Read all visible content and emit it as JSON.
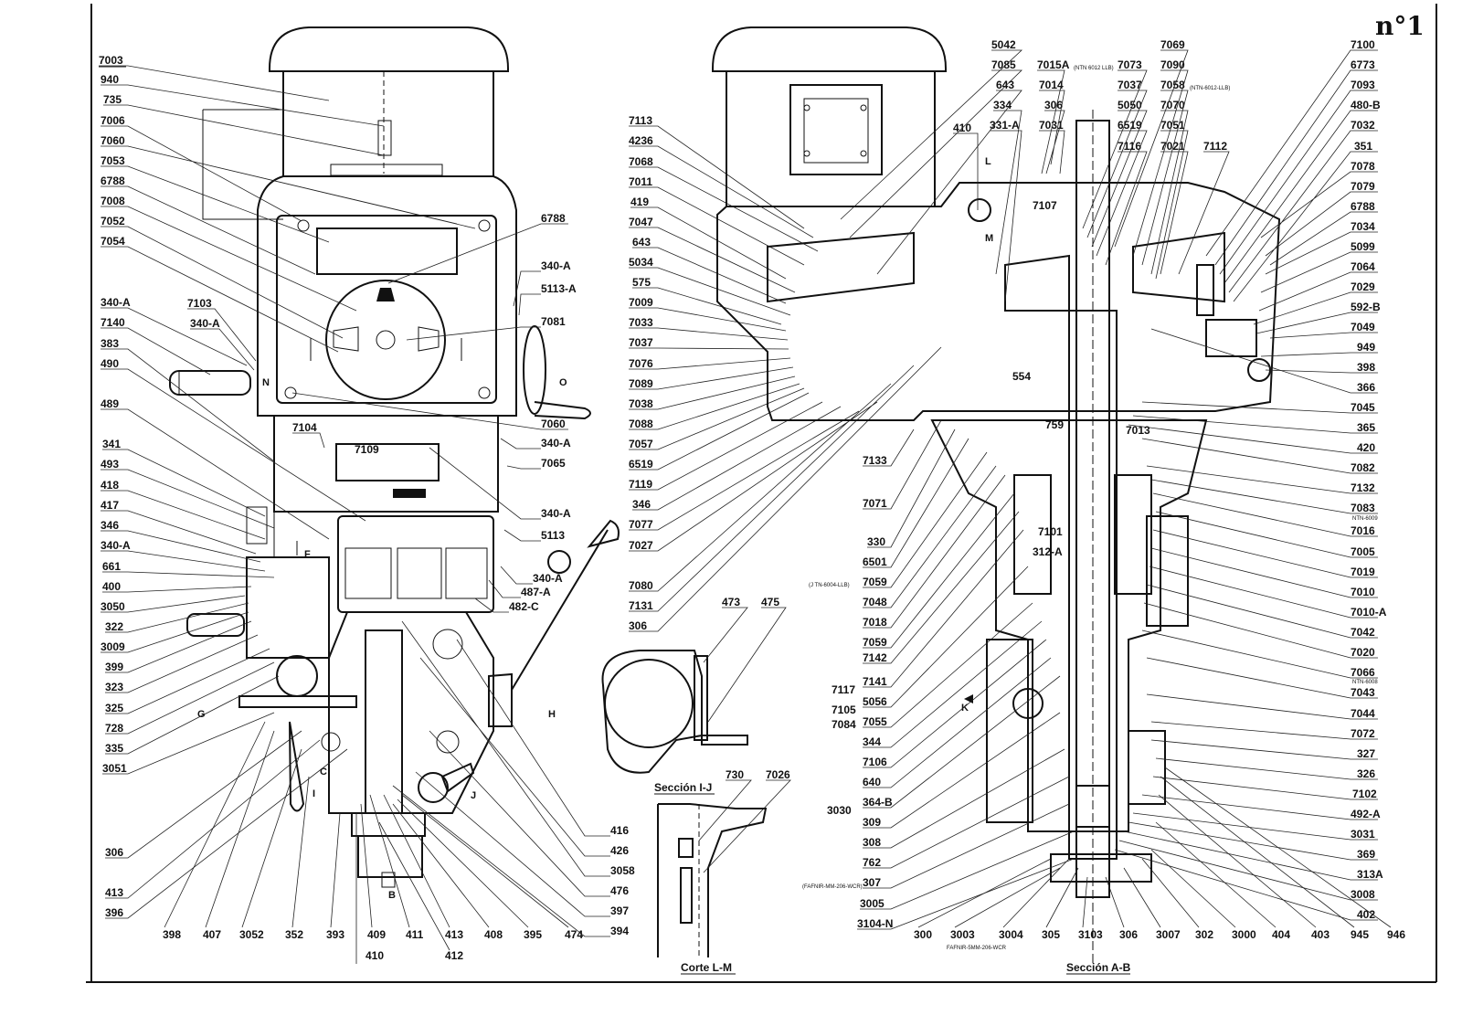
{
  "sheet_number": "n°1",
  "left_labels": [
    "7003",
    "940",
    "735",
    "7006",
    "7060",
    "7053",
    "6788",
    "7008",
    "7052",
    "7054",
    "340-A",
    "7140",
    "383",
    "490",
    "489",
    "341",
    "493",
    "418",
    "417",
    "346",
    "340-A",
    "661",
    "400",
    "3050",
    "322",
    "3009",
    "399",
    "323",
    "325",
    "728",
    "335",
    "3051",
    "306",
    "413",
    "396"
  ],
  "left_inner_labels": [
    "7103",
    "340-A",
    "7104",
    "7109"
  ],
  "left_right_labels": [
    "6788",
    "340-A",
    "5113-A",
    "7081",
    "7060",
    "340-A",
    "7065",
    "340-A",
    "5113",
    "340-A",
    "487-A",
    "482-C"
  ],
  "left_lower_right_labels": [
    "416",
    "426",
    "3058",
    "476",
    "397",
    "394"
  ],
  "left_bottom_labels": [
    "398",
    "407",
    "3052",
    "352",
    "393",
    "409",
    "411",
    "413",
    "408",
    "395",
    "474"
  ],
  "left_bottom_sub_labels": [
    "410",
    "412"
  ],
  "left_letters": [
    "N",
    "O",
    "F",
    "G",
    "H",
    "C",
    "I",
    "J",
    "B"
  ],
  "mid_labels": [
    "7113",
    "4236",
    "7068",
    "7011",
    "419",
    "7047",
    "643",
    "5034",
    "575",
    "7009",
    "7033",
    "7037",
    "7076",
    "7089",
    "7038",
    "7088",
    "7057",
    "6519",
    "7119",
    "346",
    "7077",
    "7027",
    "7080",
    "7131",
    "306"
  ],
  "detail_ij": {
    "labels": [
      "473",
      "475"
    ],
    "caption": "Sección I-J"
  },
  "detail_lm": {
    "labels": [
      "730",
      "7026"
    ],
    "caption": "Corte L-M"
  },
  "top_labels": [
    {
      "text": "5042"
    },
    {
      "text": "7085"
    },
    {
      "text": "643"
    },
    {
      "text": "334"
    },
    {
      "text": "331-A"
    },
    {
      "text": "410"
    },
    {
      "text": "7015A"
    },
    {
      "text": "7014"
    },
    {
      "text": "306"
    },
    {
      "text": "7031"
    },
    {
      "text": "7073"
    },
    {
      "text": "7037"
    },
    {
      "text": "5050"
    },
    {
      "text": "6519"
    },
    {
      "text": "7116"
    },
    {
      "text": "7069"
    },
    {
      "text": "7090"
    },
    {
      "text": "7058"
    },
    {
      "text": "7070"
    },
    {
      "text": "7051"
    },
    {
      "text": "7021"
    },
    {
      "text": "7112"
    }
  ],
  "top_notes": [
    "(NTN 6012 LLB)",
    "(NTN-6012-LLB)"
  ],
  "section_inner_labels": [
    "7107",
    "554",
    "759",
    "7013",
    "7101",
    "312-A"
  ],
  "section_letters": [
    "L",
    "M",
    "K"
  ],
  "section_left_labels": [
    "7133",
    "7071",
    "330",
    "6501",
    "7059",
    "7048",
    "7018",
    "7059",
    "7142",
    "7141",
    "7117",
    "5056",
    "7105",
    "7055",
    "7084",
    "344",
    "7106",
    "640",
    "364-B",
    "3030",
    "309",
    "308",
    "762",
    "307",
    "3005",
    "3104-N"
  ],
  "section_left_note": [
    "(J TN-6004-LLB)",
    "(FAFNIR-MM-206-WCR)"
  ],
  "right_labels": [
    "7100",
    "6773",
    "7093",
    "480-B",
    "7032",
    "351",
    "7078",
    "7079",
    "6788",
    "7034",
    "5099",
    "7064",
    "7029",
    "592-B",
    "7049",
    "949",
    "398",
    "366",
    "7045",
    "365",
    "420",
    "7082",
    "7132",
    "7083",
    "7016",
    "7005",
    "7019",
    "7010",
    "7010-A",
    "7042",
    "7020",
    "7066",
    "7043",
    "7044",
    "7072",
    "327",
    "326",
    "7102",
    "492-A",
    "3031",
    "369",
    "313A",
    "3008",
    "402"
  ],
  "right_notes": [
    "NTN-6009",
    "NTN-6008"
  ],
  "section_bottom_labels": [
    "300",
    "3003",
    "3004",
    "305",
    "3103",
    "306",
    "3007",
    "302",
    "3000",
    "404",
    "403",
    "945",
    "946"
  ],
  "section_ab": {
    "caption": "Sección A-B",
    "note": "FAFNIR-5MM-206-WCR"
  }
}
